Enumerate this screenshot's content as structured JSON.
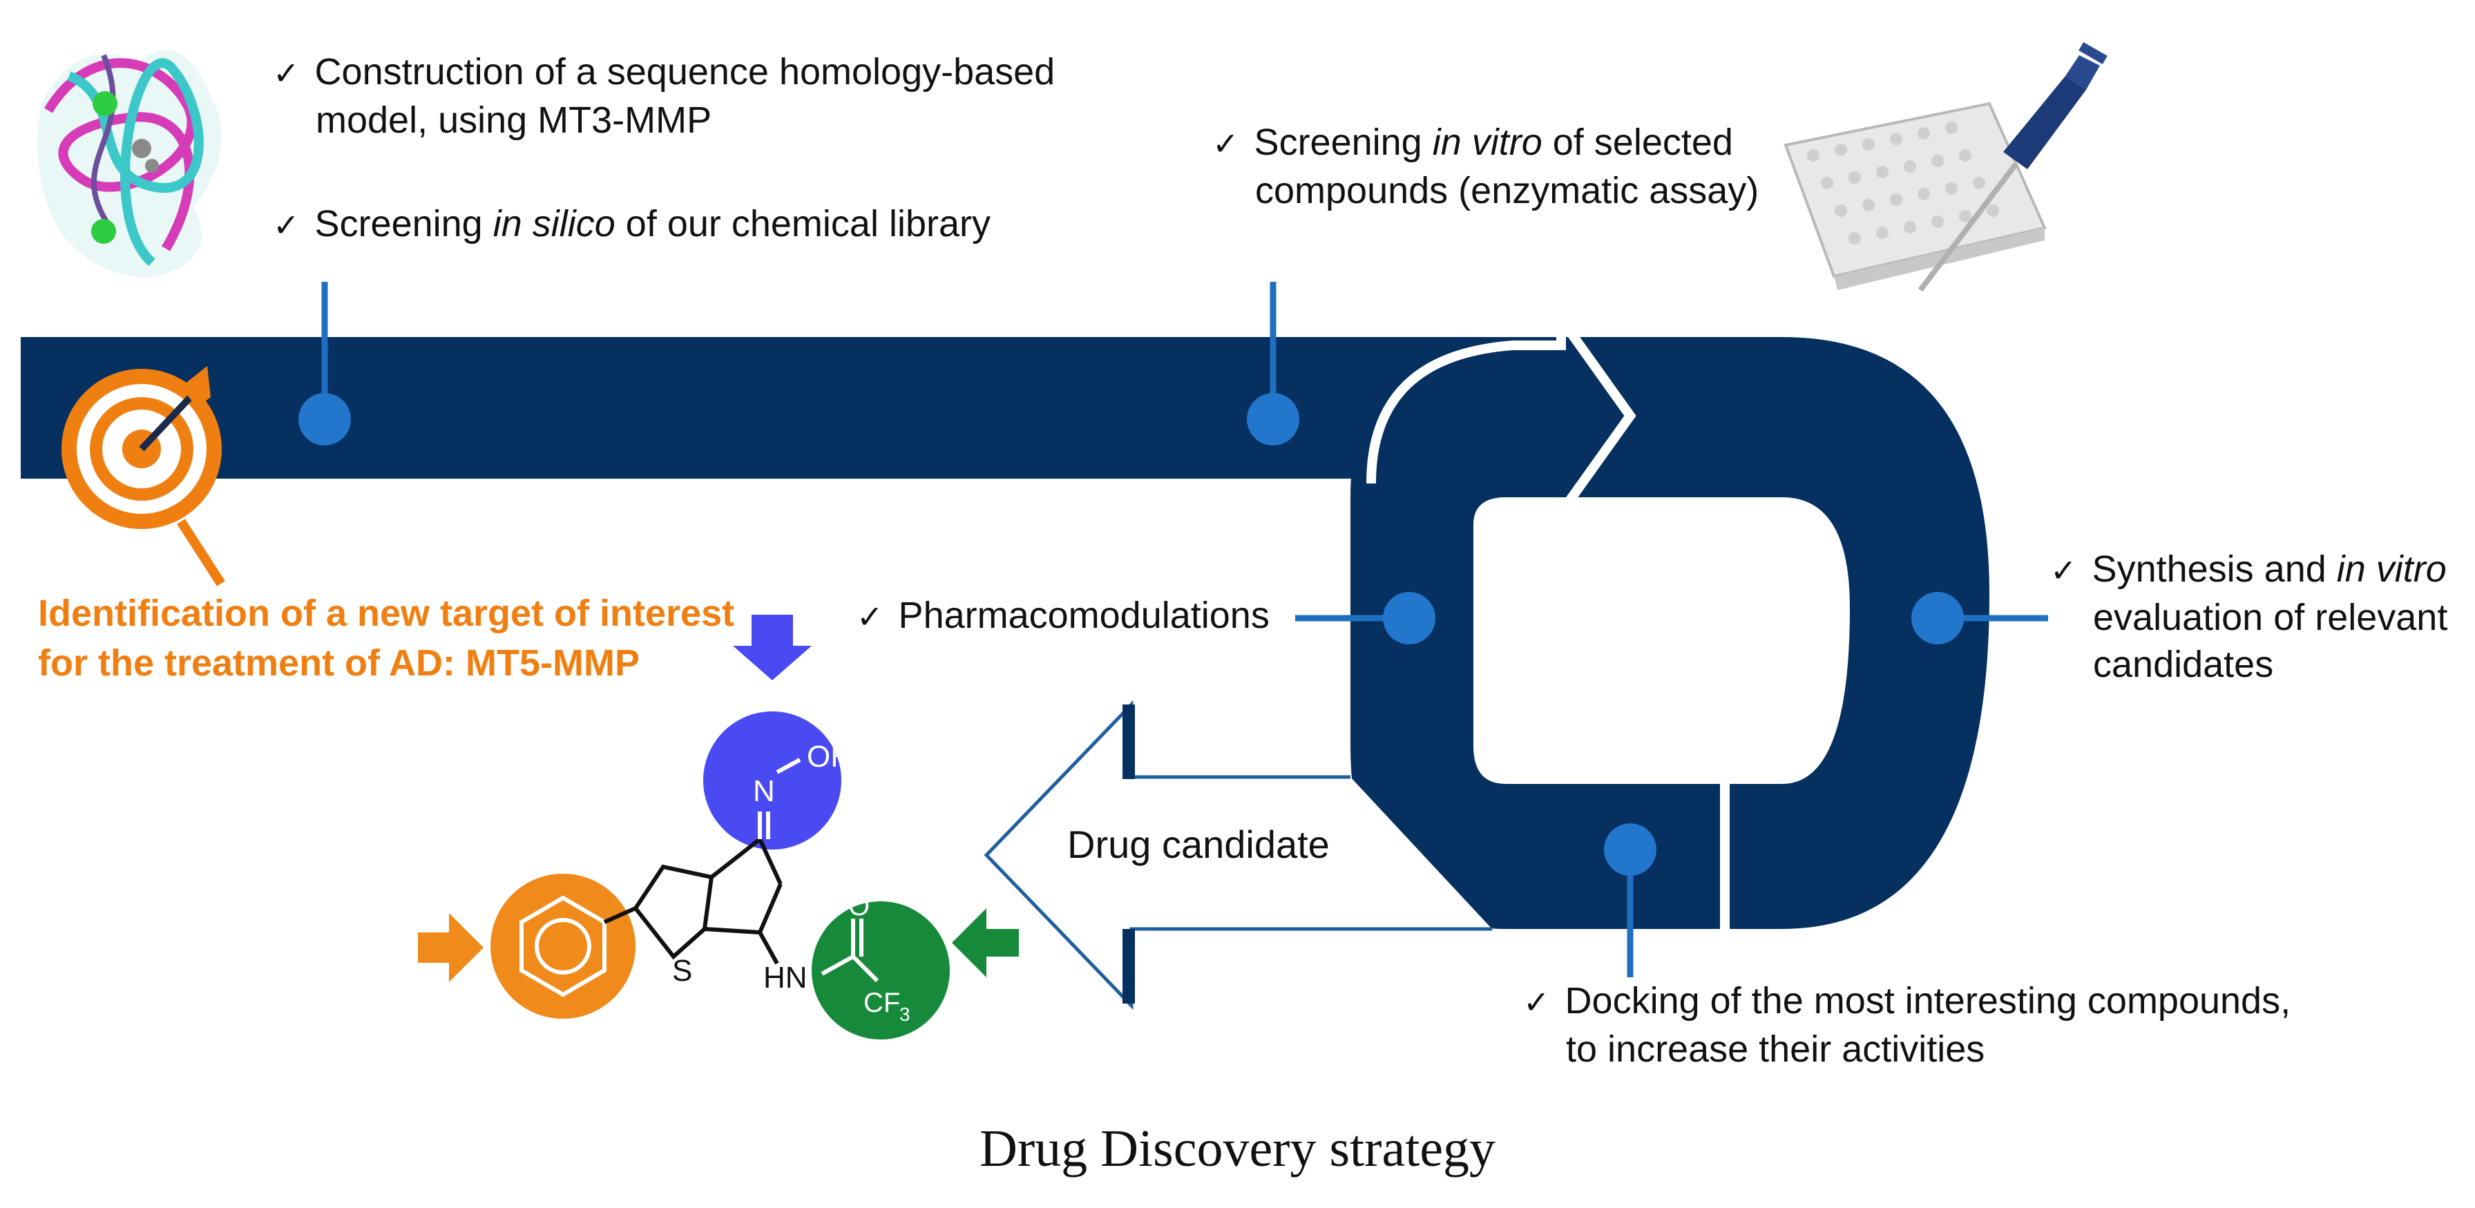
{
  "caption": "Drug Discovery strategy",
  "steps": {
    "homology_line1": "Construction of a sequence homology-based",
    "homology_line2": "model, using MT3-MMP",
    "silico_pre": "Screening ",
    "silico_em": "in silico",
    "silico_post": " of our chemical library",
    "vitro_pre": "Screening ",
    "vitro_em": "in vitro",
    "vitro_post": " of selected",
    "vitro_line2": "compounds (enzymatic assay)",
    "pharmaco": "Pharmacomodulations",
    "synth_pre": "Synthesis and ",
    "synth_em": "in vitro",
    "synth_line2": "evaluation of relevant",
    "synth_line3": "candidates",
    "docking_line1": "Docking of the most interesting compounds,",
    "docking_line2": "to increase their activities"
  },
  "target": {
    "line1": "Identification of a new target of interest",
    "line2": "for the treatment of AD: MT5-MMP"
  },
  "drug_candidate": "Drug candidate",
  "molecule": {
    "atom_oh": "OH",
    "atom_n": "N",
    "atom_s": "S",
    "atom_hn": "HN",
    "atom_o": "O",
    "atom_cf": "CF",
    "atom_3": "3"
  },
  "colors": {
    "band": "#05305f",
    "dot": "#2277cc",
    "connector": "#1f6fc0",
    "orange": "#f08a1a",
    "blue_circle": "#4a4af2",
    "green_circle": "#168a3a",
    "arrow_outline": "#1f5f9f"
  },
  "check_mark": "✓"
}
